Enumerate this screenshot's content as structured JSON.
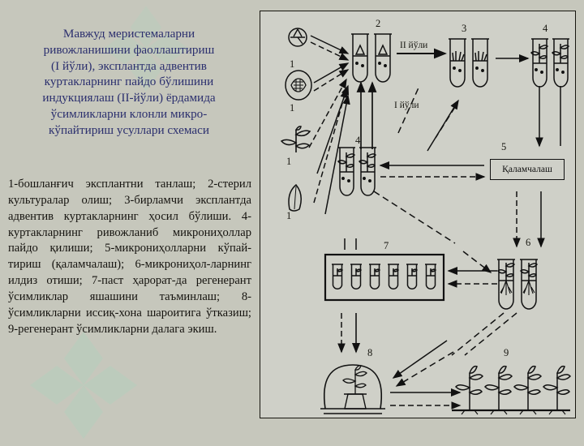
{
  "slide": {
    "title": "Мавжуд меристемаларни ривожланишини фаоллаштириш (I йўли), эксплантда адвентив куртакларнинг пайдо бўлишини индукциялаш (II-йўли) ёрдамида ўсимликларни клонли микро-кўпайтириш  усуллари схемаси",
    "title_lines": [
      "Мавжуд меристемаларни",
      "ривожланишини фаоллаштириш",
      "(I йўли), эксплантда адвентив",
      "куртакларнинг пайдо бўлишини",
      "индукциялаш (II-йўли) ёрдамида",
      "ўсимликларни клонли микро-",
      "кўпайтириш  усуллари схемаси"
    ],
    "legend": "1-бошланғич эксплантни танлаш; 2-стерил культуралар олиш; 3-бирламчи эксплантда адвентив куртакларнинг ҳосил бўлиши. 4-куртакларнинг ривожланиб микрониҳоллар пайдо қилиши; 5-микрониҳолларни кўпай-тириш (қаламчалаш); 6-микрониҳол-ларнинг илдиз отиши; 7-паст ҳарорат-да регенерант ўсимликлар яшашини таъминлаш; 8-ўсимликларни иссиқ-хона шароитига ўтказиш; 9-регенерант ўсимликларни далага экиш.",
    "title_color": "#2b2f6e",
    "text_color": "#15130f",
    "background_color": "#c6c7bc",
    "panel_background": "#cfd0c8",
    "watermark_color": "#a8d6bd"
  },
  "diagram": {
    "name": "clonal-micropropagation-scheme",
    "path_labels": {
      "path_one": "I йўли",
      "path_two": "II йўли"
    },
    "process_box": "Қаламчалаш",
    "stage_numbers": {
      "explant_bud": "1",
      "explant_meristem": "1",
      "explant_shoot": "1",
      "explant_leaf": "1",
      "sterile_culture": "2",
      "adventive_buds": "3",
      "microplants_top": "4",
      "microplants_mid": "4",
      "multiplication": "5",
      "rooting": "6",
      "cold_storage": "7",
      "greenhouse": "8",
      "field": "9"
    },
    "stage_descriptions": {
      "1": "бошланғич эксплантни танлаш",
      "2": "стерил культуралар олиш",
      "3": "бирламчи эксплантда адвентив куртакларнинг ҳосил бўлиши",
      "4": "куртакларнинг ривожланиб микрониҳоллар пайдо қилиши",
      "5": "микрониҳолларни кўпайтириш (қаламчалаш)",
      "6": "микрониҳолларнинг илдиз отиши",
      "7": "паст ҳароратда регенерант ўсимликлар яшашини таъминлаш",
      "8": "ўсимликларни иссиқхона шароитига ўтказиш",
      "9": "регенерант ўсимликларни далага экиш"
    },
    "counts": {
      "explant_sources": 4,
      "cold_storage_tubes": 6,
      "field_plants": 4
    }
  }
}
